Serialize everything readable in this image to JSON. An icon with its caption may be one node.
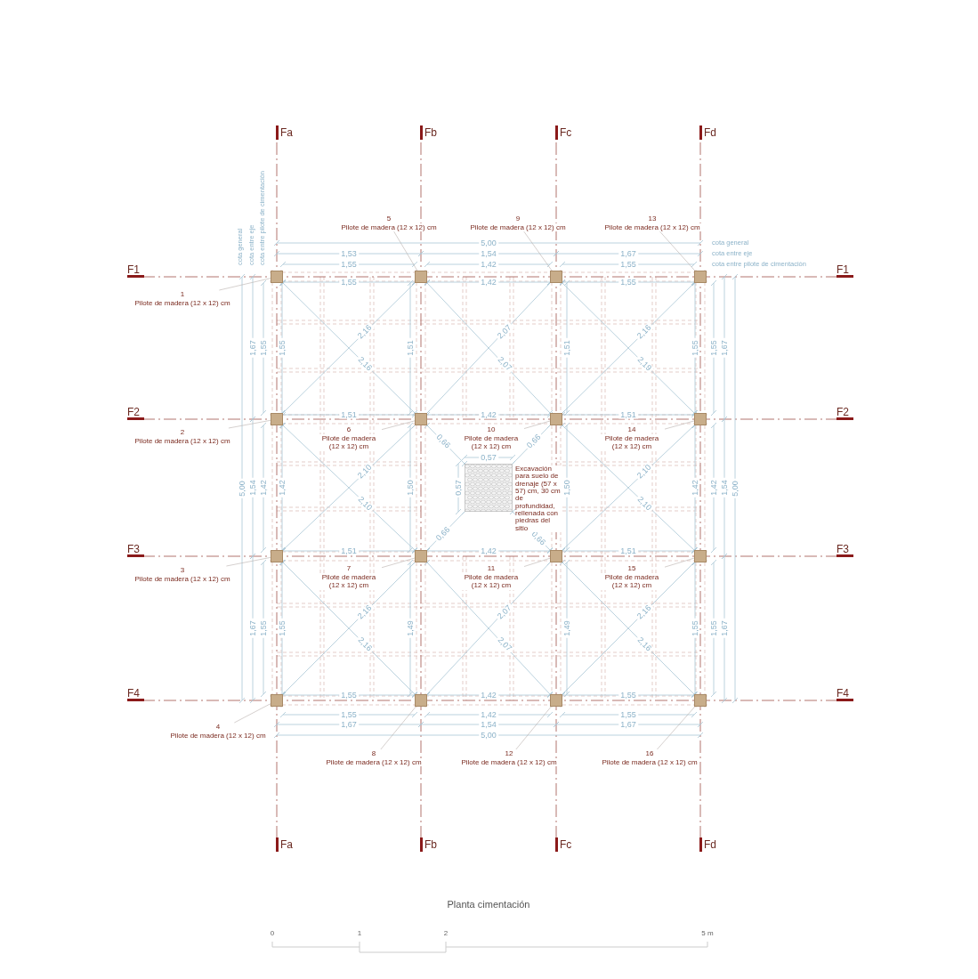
{
  "diagram": {
    "title": "Planta cimentación",
    "nodes": [
      {
        "text": [],
        "shape": "box"
      },
      {
        "text": [],
        "shape": "box"
      },
      {
        "text": [],
        "shape": "box"
      },
      {
        "text": [],
        "shape": "box"
      },
      {
        "text": [],
        "shape": "box"
      },
      {
        "text": [],
        "shape": "box"
      },
      {
        "text": [],
        "shape": "box"
      },
      {
        "text": [],
        "shape": "box"
      },
      {
        "text": [],
        "shape": "box"
      },
      {
        "text": [],
        "shape": "box"
      },
      {
        "text": [],
        "shape": "box"
      },
      {
        "text": [],
        "shape": "box"
      },
      {
        "text": [],
        "shape": "box"
      },
      {
        "text": [],
        "shape": "box"
      },
      {
        "text": [],
        "shape": "box"
      },
      {
        "text": [],
        "shape": "box"
      },
      {
        "text": [
          "1",
          "Pilote de madera (12 x 12) cm"
        ]
      },
      {
        "text": [
          "2",
          "Pilote de madera (12 x 12) cm"
        ]
      },
      {
        "text": [
          "3",
          "Pilote de madera (12 x 12) cm"
        ]
      },
      {
        "text": [
          "4",
          "Pilote de madera (12 x 12) cm"
        ]
      },
      {
        "text": [
          "5",
          "Pilote de madera (12 x 12) cm"
        ]
      },
      {
        "text": [
          "6",
          "Pilote de madera (12 x 12) cm"
        ]
      },
      {
        "text": [
          "7",
          "Pilote de madera (12 x 12) cm"
        ]
      },
      {
        "text": [
          "8",
          "Pilote de madera (12 x 12) cm"
        ]
      },
      {
        "text": [
          "9",
          "Pilote de madera (12 x 12) cm"
        ]
      },
      {
        "text": [
          "10",
          "Pilote de madera (12 x 12) cm"
        ]
      },
      {
        "text": [
          "11",
          "Pilote de madera (12 x 12) cm"
        ]
      },
      {
        "text": [
          "12",
          "Pilote de madera (12 x 12) cm"
        ]
      },
      {
        "text": [
          "13",
          "Pilote de madera (12 x 12) cm"
        ]
      },
      {
        "text": [
          "14",
          "Pilote de madera (12 x 12) cm"
        ]
      },
      {
        "text": [
          "15",
          "Pilote de madera (12 x 12) cm"
        ]
      },
      {
        "text": [
          "16",
          "Pilote de madera (12 x 12) cm"
        ]
      },
      {
        "text": [],
        "shape": "box",
        "beside": [
          "Excavación para suelo de drenaje (57 x 57) cm, 30 cm de profundidad, rellenada con piedras del sitio"
        ]
      }
    ],
    "edges": [
      {
        "from": 16,
        "to": 0,
        "arrow": "none"
      },
      {
        "from": 17,
        "to": 1,
        "arrow": "none"
      },
      {
        "from": 18,
        "to": 2,
        "arrow": "none"
      },
      {
        "from": 19,
        "to": 3,
        "arrow": "none"
      },
      {
        "from": 20,
        "to": 4,
        "arrow": "none"
      },
      {
        "from": 21,
        "to": 5,
        "arrow": "none"
      },
      {
        "from": 22,
        "to": 6,
        "arrow": "none"
      },
      {
        "from": 23,
        "to": 7,
        "arrow": "none"
      },
      {
        "from": 24,
        "to": 8,
        "arrow": "none"
      },
      {
        "from": 25,
        "to": 9,
        "arrow": "none"
      },
      {
        "from": 26,
        "to": 10,
        "arrow": "none"
      },
      {
        "from": 27,
        "to": 11,
        "arrow": "none"
      },
      {
        "from": 28,
        "to": 12,
        "arrow": "none"
      },
      {
        "from": 29,
        "to": 13,
        "arrow": "none"
      },
      {
        "from": 30,
        "to": 14,
        "arrow": "none"
      },
      {
        "from": 31,
        "to": 15,
        "arrow": "none"
      }
    ],
    "labels": [
      "Fa",
      "Fb",
      "Fc",
      "Fd",
      "cota general",
      "cota entre eje",
      "cota entre pilote de cimentación",
      "cota general",
      "cota entre eje",
      "cota entre pilote de cimentación",
      "F1",
      "F1",
      "5,00",
      "1,53",
      "1,54",
      "1,67",
      "1,55",
      "1,42",
      "1,55",
      "1,55",
      "1,42",
      "1,55",
      "1,51",
      "1,42",
      "1,51",
      "1,51",
      "1,42",
      "1,51",
      "1,55",
      "1,42",
      "1,55",
      "1,55",
      "1,42",
      "1,55",
      "1,67",
      "1,54",
      "1,67",
      "5,00",
      "F2",
      "F2",
      "F3",
      "F3",
      "F4",
      "F4",
      "5,00",
      "1,67",
      "1,54",
      "1,67",
      "1,55",
      "1,42",
      "1,55",
      "1,55",
      "1,42",
      "1,55",
      "1,51",
      "1,50",
      "1,49",
      "1,51",
      "1,50",
      "1,49",
      "1,55",
      "1,42",
      "1,55",
      "1,55",
      "1,42",
      "1,55",
      "1,67",
      "1,54",
      "1,67",
      "5,00",
      "2,16",
      "2,16",
      "2,07",
      "2,07",
      "2,16",
      "2,19",
      "2,10",
      "2,10",
      "0,66",
      "0,66",
      "0,57",
      "0,57",
      "0,66",
      "0,66",
      "2,10",
      "2,10",
      "2,16",
      "2,16",
      "2,07",
      "2,07",
      "2,16",
      "2,16",
      "Fa",
      "Fb",
      "Fc",
      "Fd",
      "0",
      "1",
      "2",
      "5 m"
    ]
  }
}
